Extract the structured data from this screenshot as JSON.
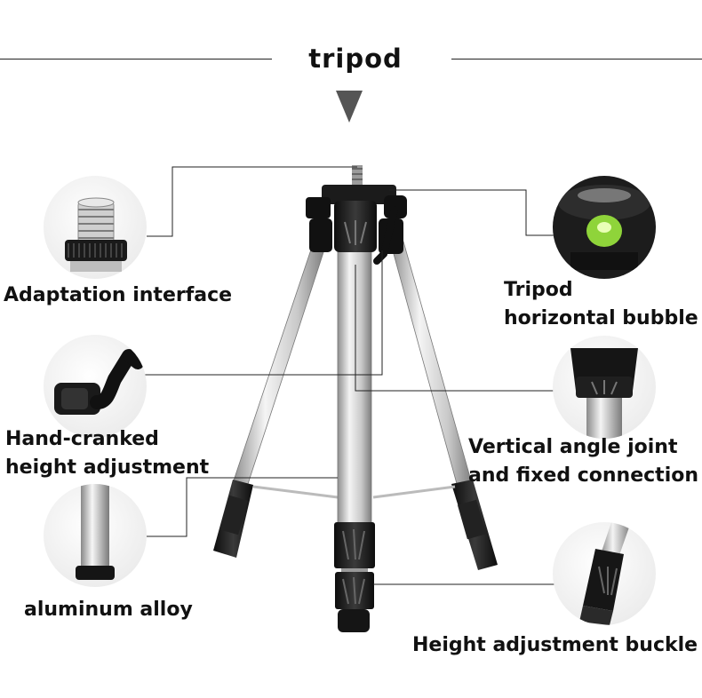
{
  "header": {
    "title": "tripod"
  },
  "callouts": {
    "adaptation_interface": "Adaptation interface",
    "hand_cranked_line1": "Hand-cranked",
    "hand_cranked_line2": "height adjustment",
    "aluminum_alloy": "aluminum alloy",
    "bubble_line1": "Tripod",
    "bubble_line2": "horizontal bubble",
    "vertical_joint_line1": "Vertical angle joint",
    "vertical_joint_line2": "and fixed connection",
    "height_buckle": "Height adjustment buckle"
  },
  "colors": {
    "background": "#ffffff",
    "text": "#111111",
    "rule": "#222222",
    "arrow": "#555555",
    "bubble_green": "#8fd43a"
  },
  "icons": {
    "arrow": "down-triangle",
    "thread": "screw-thread-icon",
    "crank": "crank-handle-icon",
    "tube": "aluminum-tube-icon",
    "bubble": "bubble-level-icon",
    "joint": "leg-joint-icon",
    "buckle": "leg-clamp-icon"
  }
}
